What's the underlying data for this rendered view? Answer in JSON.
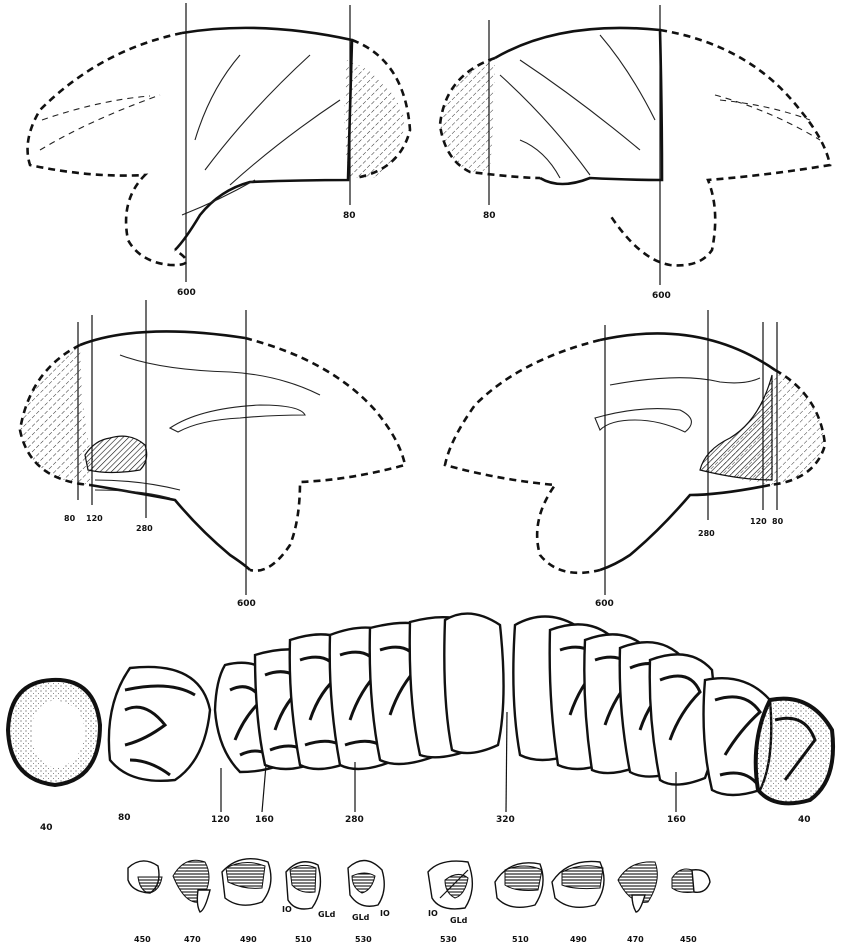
{
  "lateral_views": {
    "left": {
      "cut_labels": [
        "600",
        "80"
      ]
    },
    "right": {
      "cut_labels": [
        "80",
        "600"
      ]
    }
  },
  "medial_views": {
    "left": {
      "cut_labels": [
        "80",
        "120",
        "280",
        "600"
      ]
    },
    "right": {
      "cut_labels": [
        "600",
        "280",
        "120",
        "80"
      ]
    }
  },
  "coronal_series": {
    "labels": [
      "40",
      "80",
      "120",
      "160",
      "280",
      "320",
      "160",
      "40"
    ]
  },
  "small_sections": {
    "labels": [
      "450",
      "470",
      "490",
      "510",
      "530",
      "530",
      "510",
      "490",
      "470",
      "450"
    ],
    "annotations": [
      "IO",
      "GLd",
      "GLd",
      "IO",
      "IO",
      "GLd"
    ]
  }
}
